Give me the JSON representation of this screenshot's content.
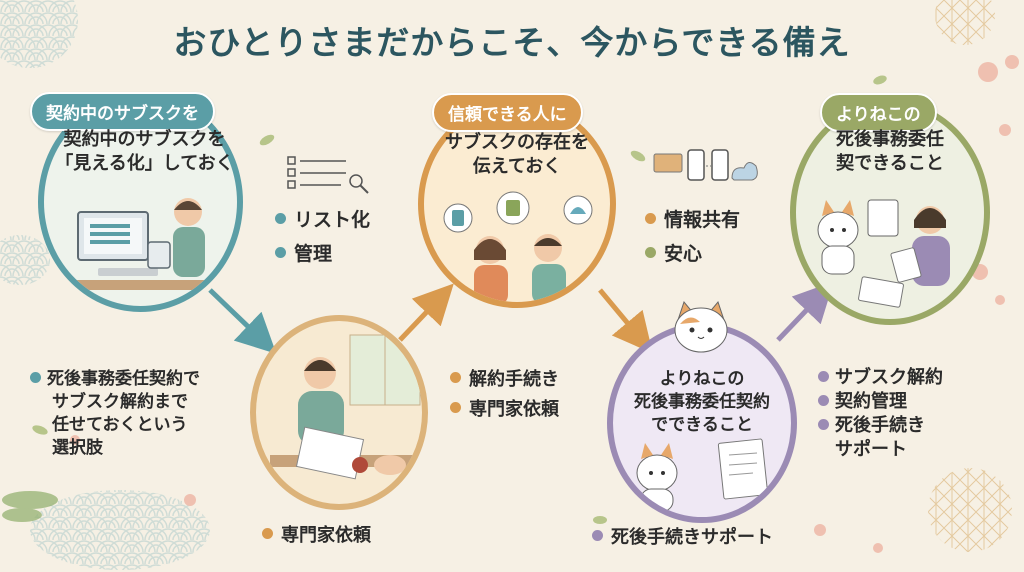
{
  "title": "おひとりさまだからこそ、今からできる備え",
  "colors": {
    "teal": "#5b9ea6",
    "orange": "#d99a4e",
    "purple": "#9b8bb4",
    "olive": "#9aa866",
    "title": "#2c5660"
  },
  "steps": [
    {
      "tag": "契約中のサブスクを",
      "text": [
        "契約中のサブスクを",
        "「見える化」しておく"
      ]
    },
    {
      "tag": "信頼できる人に",
      "text": [
        "サブスクの存在を",
        "伝えておく"
      ]
    },
    {
      "tag": "よりねこの",
      "text": [
        "死後事務委任",
        "契できること"
      ]
    },
    {
      "text": [
        "よりねこの",
        "死後事務委任契約",
        "でできること"
      ]
    }
  ],
  "bullets": {
    "step1": [
      "リスト化",
      "管理"
    ],
    "step2": [
      "情報共有",
      "安心"
    ],
    "left": [
      "死後事務委任契約で",
      "サブスク解約まで",
      "任せておくという",
      "選択肢"
    ],
    "expert": [
      "解約手続き",
      "専門家依頼"
    ],
    "expert_bottom": "専門家依頼",
    "right": [
      "サブスク解約",
      "契約管理",
      "死後手続き",
      "サポート"
    ],
    "bottom_center": "死後手続きサポート"
  }
}
